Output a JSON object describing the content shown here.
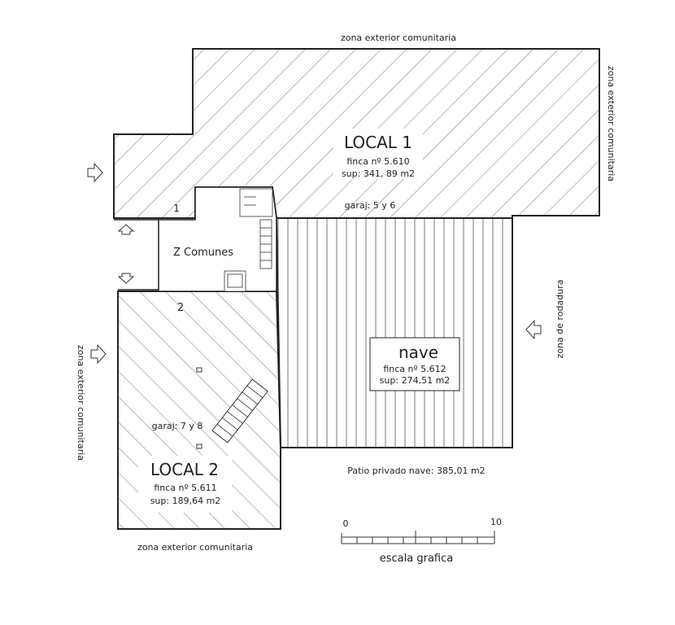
{
  "labels": {
    "top_zone": "zona exterior comunitaria",
    "right_zone": "zona exterior comunitaria",
    "left_zone": "zona exterior comunitaria",
    "bottom_zone": "zona exterior comunitaria",
    "road_zone": "zona de rodadura",
    "patio": "Patio privado nave: 385,01 m2"
  },
  "local1": {
    "title": "LOCAL 1",
    "finca": "finca nº  5.610",
    "sup": "sup: 341, 89 m2",
    "garage": "garaj: 5 y 6",
    "door": "1"
  },
  "local2": {
    "title": "LOCAL 2",
    "finca": "finca nº  5.611",
    "sup": "sup: 189,64 m2",
    "garage": "garaj: 7 y 8",
    "door": "2"
  },
  "nave": {
    "title": "nave",
    "finca": "finca nº  5.612",
    "sup": "sup: 274,51 m2"
  },
  "common": {
    "title": "Z Comunes"
  },
  "scale": {
    "start": "0",
    "end": "10",
    "label": "escala grafica"
  },
  "colors": {
    "line": "#222222",
    "hatch": "#555555"
  }
}
